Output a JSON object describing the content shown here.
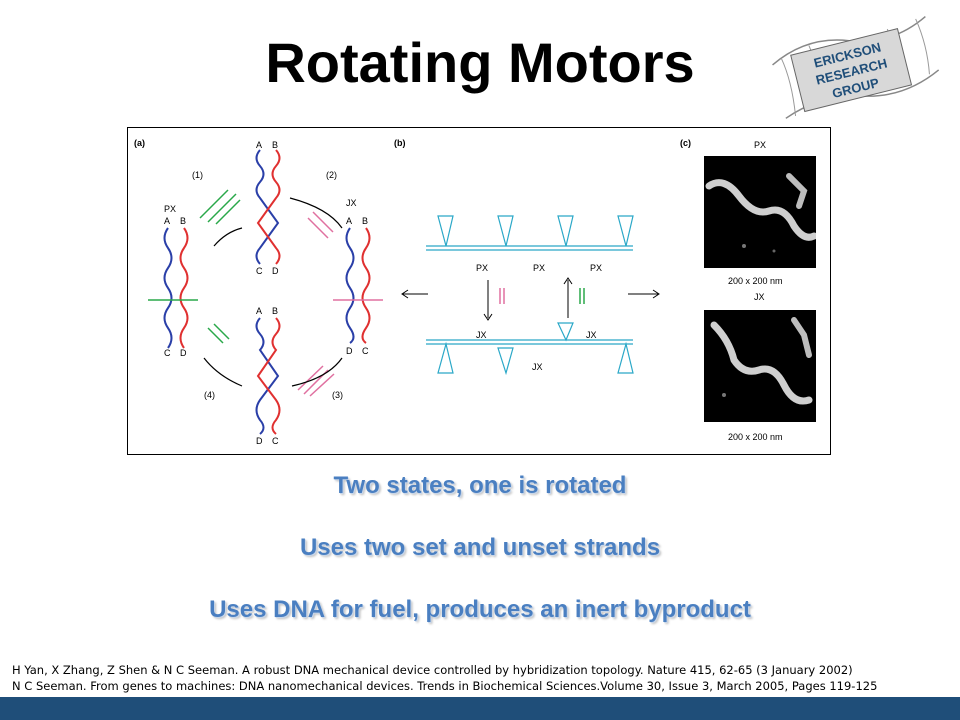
{
  "slide": {
    "title": "Rotating Motors",
    "logo_text": [
      "ERICKSON",
      "RESEARCH",
      "GROUP"
    ],
    "figure": {
      "panel_a": "(a)",
      "panel_b": "(b)",
      "panel_c": "(c)",
      "step_labels": [
        "(1)",
        "(2)",
        "(3)",
        "(4)"
      ],
      "state_px": "PX",
      "state_jx2": "JX",
      "strand_letters_top": [
        "A",
        "B"
      ],
      "strand_letters_bottom": [
        "C",
        "D"
      ],
      "strand_letters_dc": [
        "D",
        "C"
      ],
      "em_px_label": "PX",
      "em_jx2_label": "JX",
      "scale_top": "200 x 200 nm",
      "scale_bottom": "200 x 200 nm",
      "b_px_labels": [
        "PX",
        "PX",
        "PX"
      ],
      "b_jx_labels": [
        "JX",
        "JX",
        "JX"
      ]
    },
    "bullets": [
      "Two states, one is rotated",
      "Uses two set and unset strands",
      "Uses DNA for fuel, produces an inert byproduct"
    ],
    "references": [
      "H Yan, X Zhang, Z Shen & N C Seeman. A robust DNA mechanical device controlled by hybridization topology. Nature 415, 62-65 (3 January 2002)",
      "N C Seeman.  From genes to machines: DNA nanomechanical devices. Trends in Biochemical Sciences.Volume 30, Issue 3, March 2005,  Pages 119-125"
    ],
    "colors": {
      "bullet": "#4a7fc1",
      "footer": "#1f4e79",
      "dna_blue": "#2a3fa8",
      "dna_red": "#e03030",
      "strand_green": "#2aa84a",
      "strand_pink": "#e070a0",
      "cyan": "#2aa8c8"
    }
  }
}
